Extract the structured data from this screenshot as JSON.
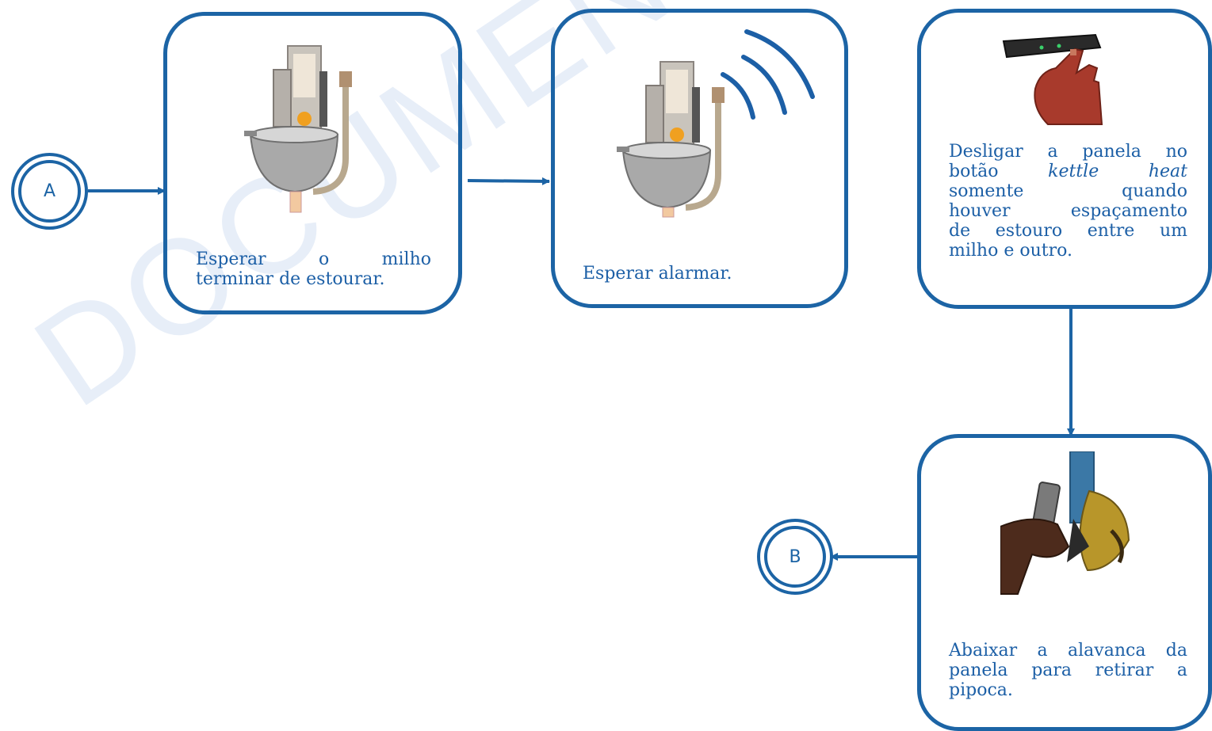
{
  "watermark": "DOCUMENTO EM REVISÃO",
  "connectors": {
    "start": "A",
    "end": "B"
  },
  "steps": {
    "s1": {
      "line1": [
        "Esperar",
        "o",
        "milho"
      ],
      "line2": "terminar de estourar.",
      "illustration": "popcorn-kettle-icon"
    },
    "s2": {
      "text": "Esperar alarmar.",
      "illustration": "popcorn-kettle-alarm-icon"
    },
    "s3": {
      "line1": [
        "Desligar",
        "a",
        "panela",
        "no"
      ],
      "line2": [
        "botão",
        "kettle",
        "heat"
      ],
      "line3": [
        "somente",
        "quando"
      ],
      "line4": [
        "houver",
        "espaçamento"
      ],
      "line5": [
        "de",
        "estouro",
        "entre",
        "um"
      ],
      "line6": "milho e outro.",
      "illustration": "hand-pressing-button-icon"
    },
    "s4": {
      "line1": [
        "Abaixar",
        "a",
        "alavanca",
        "da"
      ],
      "line2": [
        "panela",
        "para",
        "retirar",
        "a"
      ],
      "line3": "pipoca.",
      "illustration": "hand-pulling-lever-icon"
    }
  },
  "colors": {
    "stroke": "#1c64a5",
    "text": "#1c5fa6",
    "watermark": "#e7eef8"
  }
}
